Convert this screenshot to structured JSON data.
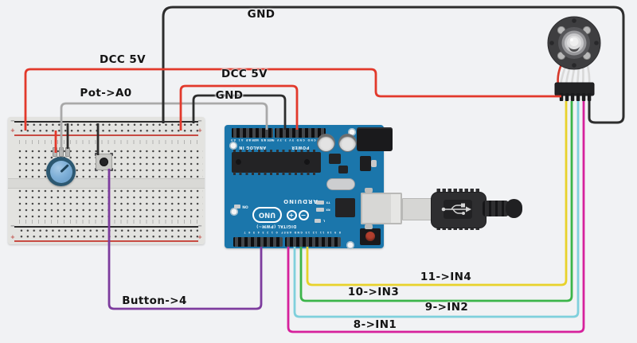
{
  "scene": {
    "background": "#f1f2f4"
  },
  "wire_labels": {
    "gnd_top": "GND",
    "dcc_5v_left": "DCC 5V",
    "dcc_5v_mid": "DCC 5V",
    "gnd_mid": "GND",
    "pot_a0": "Pot->A0",
    "button_4": "Button->4",
    "in4": "11->IN4",
    "in3": "10->IN3",
    "in2": "9->IN2",
    "in1": "8->IN1"
  },
  "breadboard": {
    "rail_minus": "−",
    "rail_plus": "+"
  },
  "arduino": {
    "brand": "ARDUINO",
    "model": "UNO",
    "logo_plus": "+",
    "logo_minus": "−",
    "on_led": "ON",
    "tx_led": "TX",
    "rx_led": "RX",
    "l_led": "L",
    "digital_section": "DIGITAL (PWM~)",
    "analog_section": "ANALOG IN",
    "power_section": "POWER",
    "analog_pins": "A5 A4 A3 A2 A1 A0",
    "power_pins": "VIN GND GND 5V 3.3V RESET IOREF",
    "digital_pins_low": "0 1 2 3 4 5 6 7",
    "digital_pins_high": "8 9 10 11 12 13 GND AREF"
  },
  "components": [
    "breadboard",
    "arduino-uno",
    "potentiometer",
    "pushbutton",
    "stepper-motor",
    "driver-connector",
    "usb-cable"
  ],
  "colors": {
    "red": "#e2392b",
    "black": "#2d2d2d",
    "gray": "#a9a9a9",
    "purple": "#7d3c9e",
    "magenta": "#d6219c",
    "cyan": "#7fd0dc",
    "green": "#3cb54a",
    "yellow": "#e8d22b",
    "arduino_board": "#1b76ab",
    "label_text": "#141414"
  }
}
